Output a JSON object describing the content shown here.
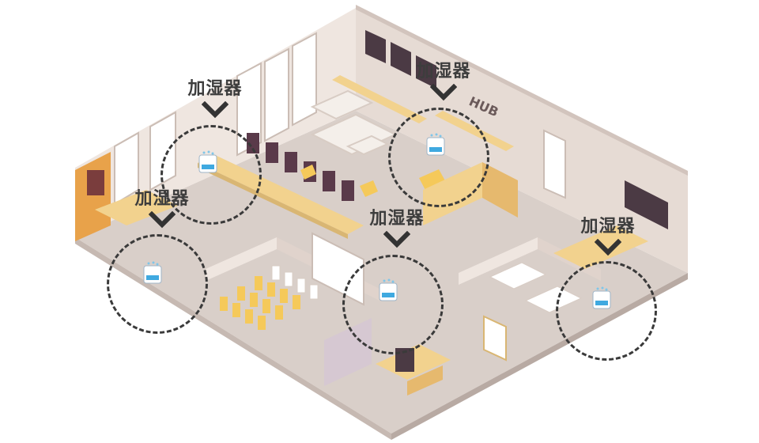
{
  "diagram": {
    "callouts": [
      {
        "id": "a",
        "label": "加湿器"
      },
      {
        "id": "b",
        "label": "加湿器"
      },
      {
        "id": "c",
        "label": "加湿器"
      },
      {
        "id": "d",
        "label": "加湿器"
      },
      {
        "id": "e",
        "label": "加湿器"
      }
    ],
    "signage": {
      "hub_text": "HUB"
    },
    "colors": {
      "floor": "#d9cfc9",
      "wall": "#efe6e0",
      "wall_dark": "#cdbfb8",
      "accent_yellow": "#f5c95a",
      "wood": "#f2d28e",
      "monitor": "#5a3a4a",
      "ring": "#3a3a3a",
      "label": "#3d3d3d",
      "humidifier_blue": "#3fa9e0"
    }
  }
}
